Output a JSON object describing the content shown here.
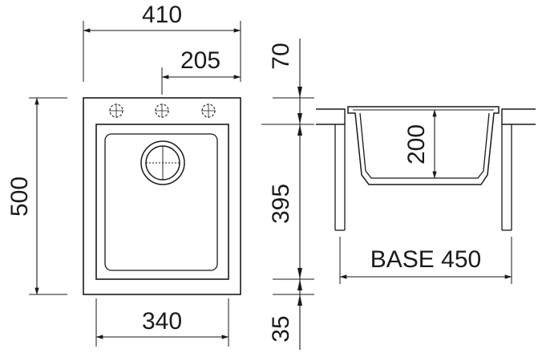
{
  "dimensions": {
    "overall_width": "410",
    "half_width": "205",
    "overall_depth": "500",
    "bowl_width": "340",
    "top_margin": "70",
    "bowl_depth": "395",
    "bottom_margin": "35",
    "bowl_height": "200",
    "base": "BASE 450"
  },
  "colors": {
    "line": "#1a1a1a",
    "background": "#ffffff"
  }
}
